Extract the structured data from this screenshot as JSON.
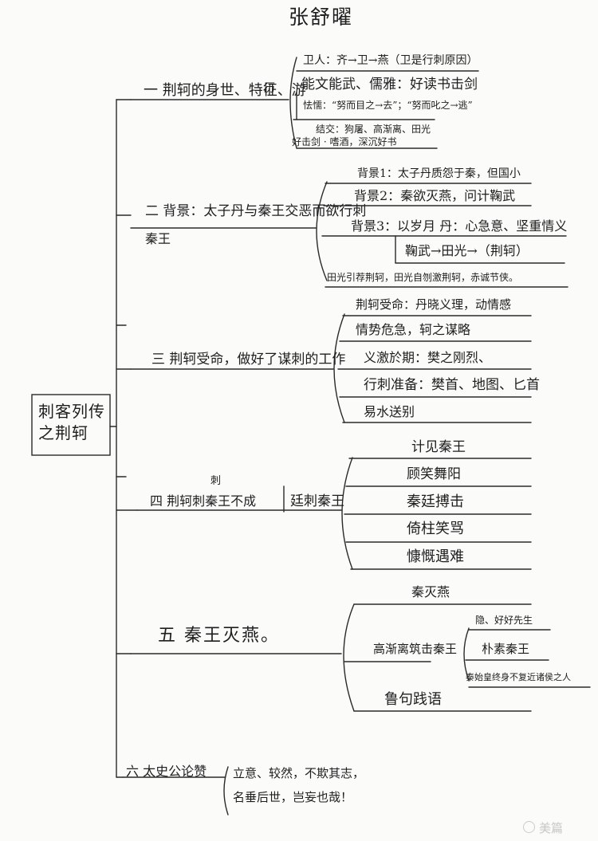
{
  "author": "张舒曜",
  "root": {
    "line1": "刺客列传",
    "line2": "之荆轲"
  },
  "branches": {
    "b1": {
      "label": "一 荆轲的身世、特征、游",
      "tail": "历",
      "items": [
        "卫人：齐→卫→燕（卫是行刺原因）",
        "能文能武、儒雅：好读书击剑",
        "怯懦：“努而目之→去”；“努而叱之→逃”",
        "结交：狗屠、高渐离、田光",
        "好击剑 · 嗜酒，深沉好书"
      ]
    },
    "b2": {
      "label": "二 背景：太子丹与秦王交恶而欲行刺",
      "tail": "秦王",
      "items": [
        "背景1：太子丹质怨于秦，但国小",
        "背景2：秦欲灭燕，问计鞠武",
        "背景3：以岁月    丹：心急意、坚重情义",
        "鞠武→田光→（荆轲）",
        "田光引荐荆轲，田光自刎激荆轲，赤诚节侠。"
      ]
    },
    "b3": {
      "label": "三 荆轲受命，做好了谋刺的工作",
      "items": [
        "荆轲受命：丹晓义理，动情感",
        "情势危急，轲之谋略",
        "义激於期：樊之刚烈、",
        "行刺准备：樊首、地图、匕首",
        "易水送别"
      ]
    },
    "b4": {
      "label": "四 荆轲刺秦王不成",
      "note": "刺",
      "sub": "廷刺秦王",
      "items": [
        "计见秦王",
        "顾笑舞阳",
        "秦廷搏击",
        "倚柱笑骂",
        "慷慨遇难"
      ]
    },
    "b5": {
      "label": "五  秦王灭燕。",
      "top": "秦灭燕",
      "mid": "高渐离筑击秦王",
      "sub_items": [
        "隐、好好先生",
        "朴素秦王",
        "秦始皇终身不复近诸侯之人"
      ],
      "bottom": "鲁句践语"
    },
    "b6": {
      "label": "六 太史公论赞",
      "lines": [
        "立意、较然，不欺其志，",
        "名垂后世，岂妄也哉！"
      ]
    }
  },
  "watermark": "美篇"
}
